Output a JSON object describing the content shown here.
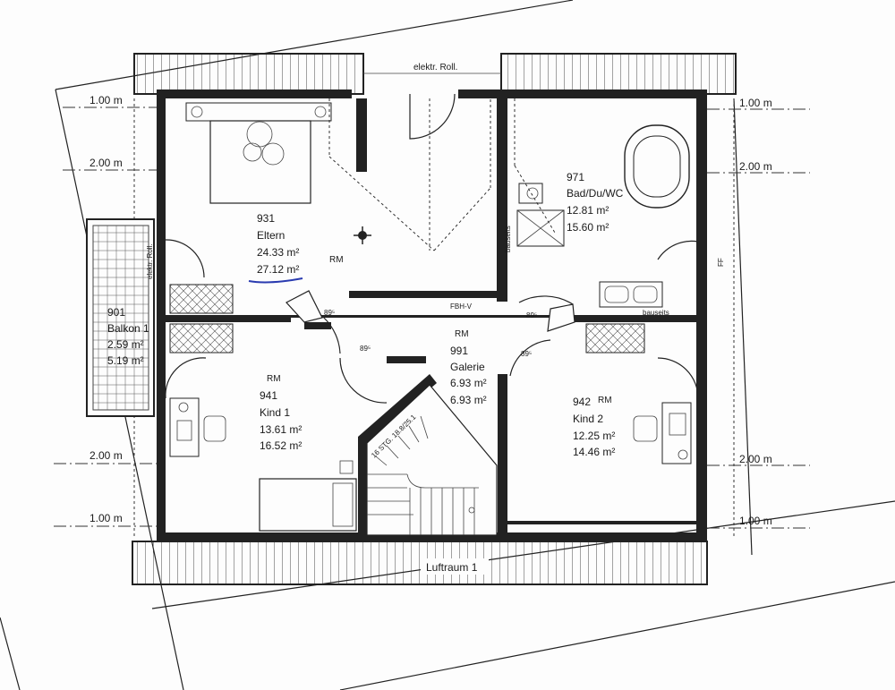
{
  "header": {
    "roll_top": "elektr. Roll.",
    "roll_left": "elektr. Roll."
  },
  "rooms": {
    "eltern": {
      "number": "931",
      "name": "Eltern",
      "area1": "24.33 m²",
      "area2": "27.12 m²",
      "rm": "RM"
    },
    "bad": {
      "number": "971",
      "name": "Bad/Du/WC",
      "area1": "12.81 m²",
      "area2": "15.60 m²"
    },
    "balkon": {
      "number": "901",
      "name": "Balkon 1",
      "area1": "2.59 m²",
      "area2": "5.19 m²"
    },
    "galerie": {
      "number": "991",
      "name": "Galerie",
      "area1": "6.93 m²",
      "area2": "6.93 m²",
      "rm": "RM"
    },
    "kind1": {
      "number": "941",
      "name": "Kind 1",
      "area1": "13.61 m²",
      "area2": "16.52 m²",
      "rm": "RM"
    },
    "kind2": {
      "number": "942",
      "name": "Kind 2",
      "area1": "12.25 m²",
      "area2": "14.46 m²",
      "rm": "RM"
    }
  },
  "labels": {
    "fbh": "FBH-V",
    "bauseits_v": "bauseits",
    "bauseits_h": "bauseits",
    "ff": "FF",
    "door_width": "89⁵",
    "stairs": "16 STG. 18.8/25.1",
    "luftraum": "Luftraum 1"
  },
  "dimensions": {
    "left": [
      "1.00 m",
      "2.00 m",
      "2.00 m",
      "1.00 m"
    ],
    "right": [
      "1.00 m",
      "2.00 m",
      "2.00 m",
      "1.00 m"
    ]
  },
  "colors": {
    "wall": "#222222",
    "underline": "#2a3bb0"
  }
}
